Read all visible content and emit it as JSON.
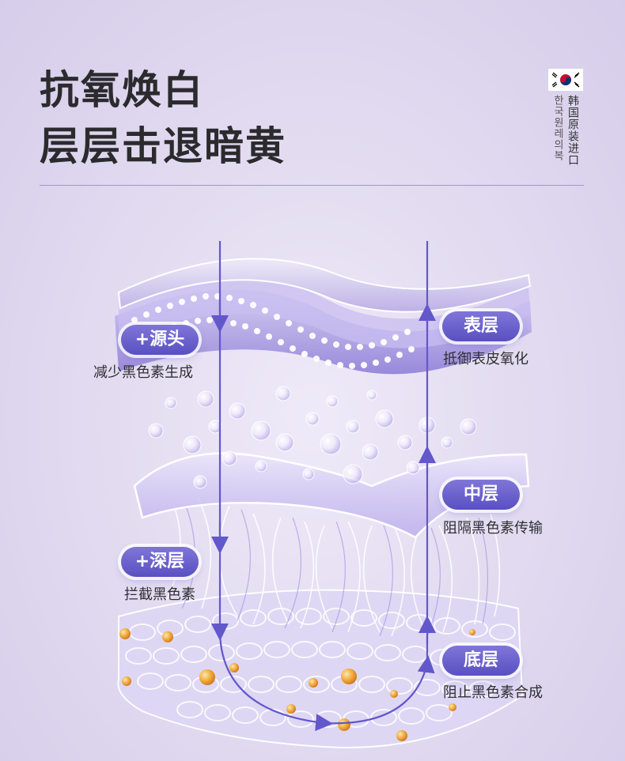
{
  "header": {
    "title_line1": "抗氧焕白",
    "title_line2": "层层击退暗黄",
    "badge_vertical_cn": "韩国原装进口",
    "badge_vertical_kr": "한국원레의복"
  },
  "labels": {
    "source": {
      "pill": "+源头",
      "caption": "减少黑色素生成"
    },
    "surface": {
      "pill": "表层",
      "caption": "抵御表皮氧化"
    },
    "middle": {
      "pill": "中层",
      "caption": "阻隔黑色素传输"
    },
    "deep": {
      "pill": "+深层",
      "caption": "拦截黑色素"
    },
    "base": {
      "pill": "底层",
      "caption": "阻止黑色素合成"
    }
  },
  "colors": {
    "accent": "#5a4fc1",
    "title": "#2b2b2e",
    "membrane": "#cbbff0",
    "granule": "#f0a22a"
  },
  "icons": {
    "flag": "south-korea-flag-icon",
    "arrows": "flow-arrow-icon"
  }
}
